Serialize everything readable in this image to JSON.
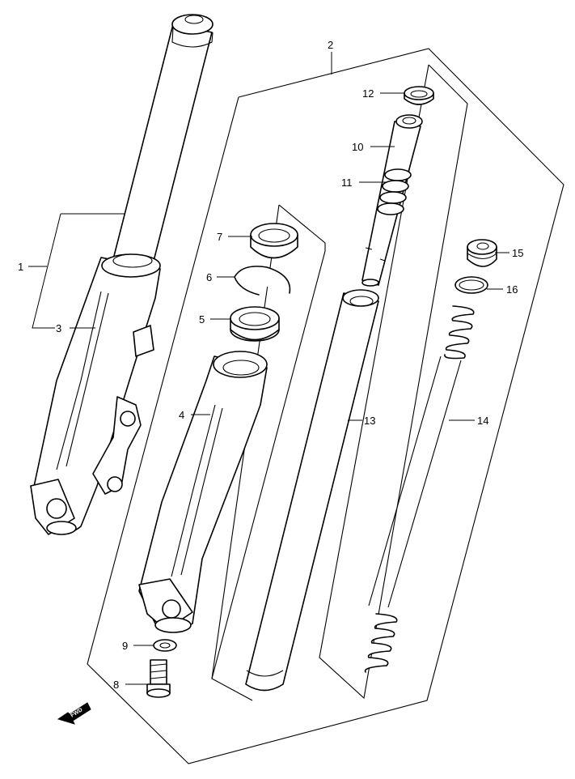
{
  "colors": {
    "line": "#000000",
    "background": "#ffffff"
  },
  "direction_label": "FWD",
  "parts": [
    {
      "num": "1"
    },
    {
      "num": "2"
    },
    {
      "num": "3"
    },
    {
      "num": "4"
    },
    {
      "num": "5"
    },
    {
      "num": "6"
    },
    {
      "num": "7"
    },
    {
      "num": "8"
    },
    {
      "num": "9"
    },
    {
      "num": "10"
    },
    {
      "num": "11"
    },
    {
      "num": "12"
    },
    {
      "num": "13"
    },
    {
      "num": "14"
    },
    {
      "num": "15"
    },
    {
      "num": "16"
    }
  ]
}
